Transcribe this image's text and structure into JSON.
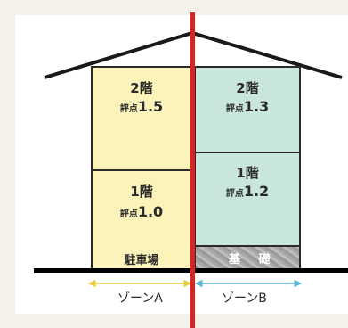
{
  "zone_a": {
    "floor2_label": "2階",
    "floor2_score_prefix": "評点",
    "floor2_score_value": "1.5",
    "floor1_label": "1階",
    "floor1_score_prefix": "評点",
    "floor1_score_value": "1.0",
    "parking_label": "駐車場",
    "zone_label": "ゾーンA"
  },
  "zone_b": {
    "floor2_label": "2階",
    "floor2_score_prefix": "評点",
    "floor2_score_value": "1.3",
    "floor1_label": "1階",
    "floor1_score_prefix": "評点",
    "floor1_score_value": "1.2",
    "foundation_label": "基 礎",
    "zone_label": "ゾーンB"
  },
  "colors": {
    "zone_a_fill": "#fbf3b9",
    "zone_b_fill": "#c8e6dc",
    "divider": "#dd2222",
    "zone_a_arrow": "#e8cf3a",
    "zone_b_arrow": "#5ab4d6"
  }
}
